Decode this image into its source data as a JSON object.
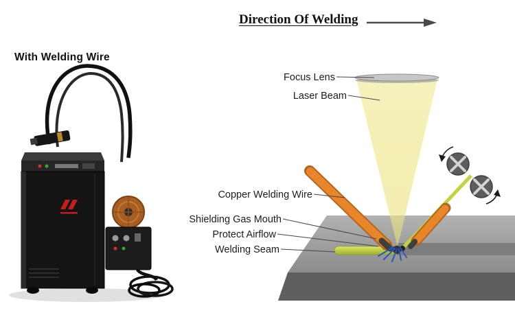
{
  "header": {
    "direction_label": "Direction Of Welding"
  },
  "machine": {
    "caption": "With Welding Wire"
  },
  "diagram": {
    "labels": {
      "focus_lens": "Focus Lens",
      "laser_beam": "Laser Beam",
      "copper_welding_wire": "Copper Welding Wire",
      "shielding_gas_mouth": "Shielding Gas Mouth",
      "protect_airflow": "Protect Airflow",
      "welding_seam": "Welding Seam"
    },
    "colors": {
      "laser_beam_fill": "#f2e9a4",
      "copper_wire": "#e8862b",
      "wire_tip": "#3f3f3f",
      "filler_wire": "#c3d23c",
      "weld_seam": "#bfcf3e",
      "workpiece_top": "#a3a3a3",
      "workpiece_front": "#5f5f5f",
      "seam_groove": "#7d7d7d",
      "airflow_blue": "#2b55c8",
      "roller": "#5c5c5c"
    }
  }
}
